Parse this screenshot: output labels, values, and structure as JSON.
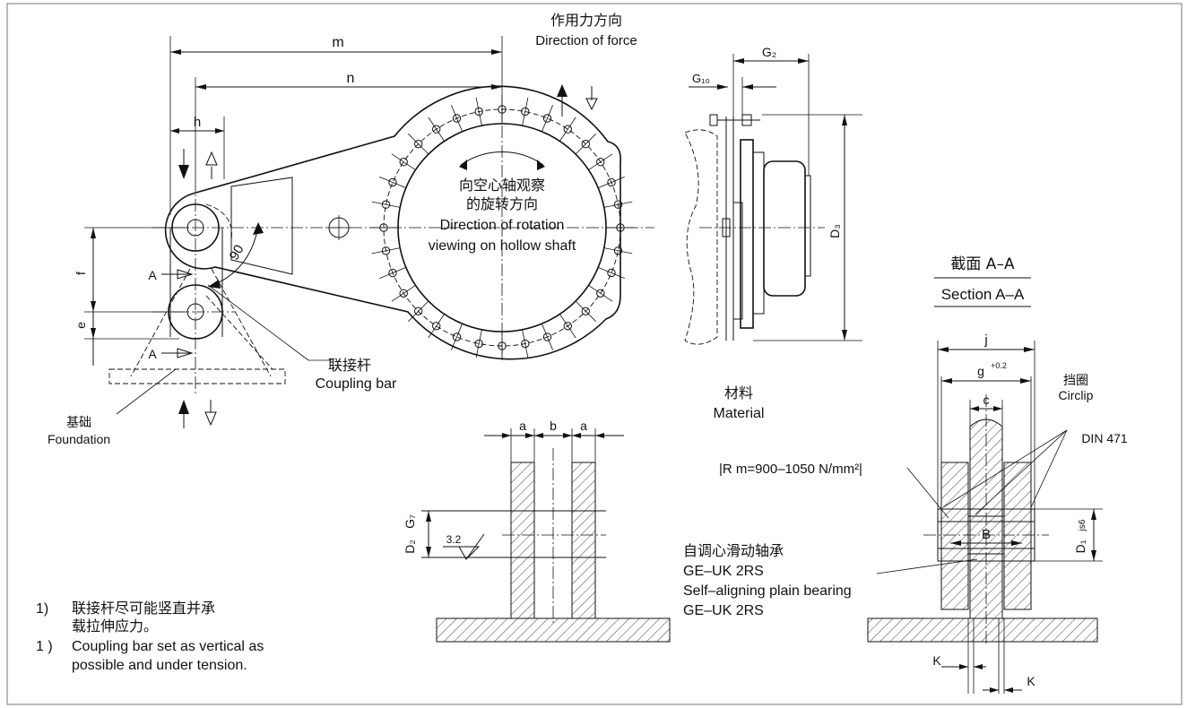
{
  "force": {
    "cn": "作用力方向",
    "en": "Direction of force"
  },
  "rotation": {
    "cn1": "向空心轴观察",
    "cn2": "的旋转方向",
    "en1": "Direction of rotation",
    "en2": "viewing on hollow shaft"
  },
  "coupling_bar": {
    "cn": "联接杆",
    "en": "Coupling bar"
  },
  "foundation": {
    "cn": "基础",
    "en": "Foundation"
  },
  "material": {
    "cn": "材料",
    "en": "Material",
    "spec": "|R m=900–1050 N/mm²|"
  },
  "section": {
    "cn": "截面 A–A",
    "en": "Section A–A"
  },
  "circlip": {
    "cn": "挡圈",
    "en": "Circlip",
    "din": "DIN 471"
  },
  "bearing": {
    "cn": "自调心滑动轴承",
    "model1": "GE–UK 2RS",
    "en": "Self–aligning plain bearing",
    "model2": "GE–UK 2RS"
  },
  "note": {
    "cn1": "联接杆尽可能竖直并承",
    "cn2": "载拉伸应力。",
    "num": "1)",
    "num2": "1 )",
    "en1": "Coupling bar set as vertical as",
    "en2": "possible and under tension."
  },
  "dims": {
    "m": "m",
    "n": "n",
    "h": "h",
    "f": "f",
    "e": "e",
    "A": "A",
    "angle": "90",
    "G2": "G₂",
    "G10": "G₁₀",
    "D3": "D₃",
    "a": "a",
    "b": "b",
    "D2": "D₂",
    "G7": "G₇",
    "rough": "3.2",
    "j": "j",
    "g": "g",
    "g_tol": "+0.2",
    "c": "c",
    "B": "B",
    "D1": "D₁",
    "js6": "js6",
    "K": "K"
  }
}
